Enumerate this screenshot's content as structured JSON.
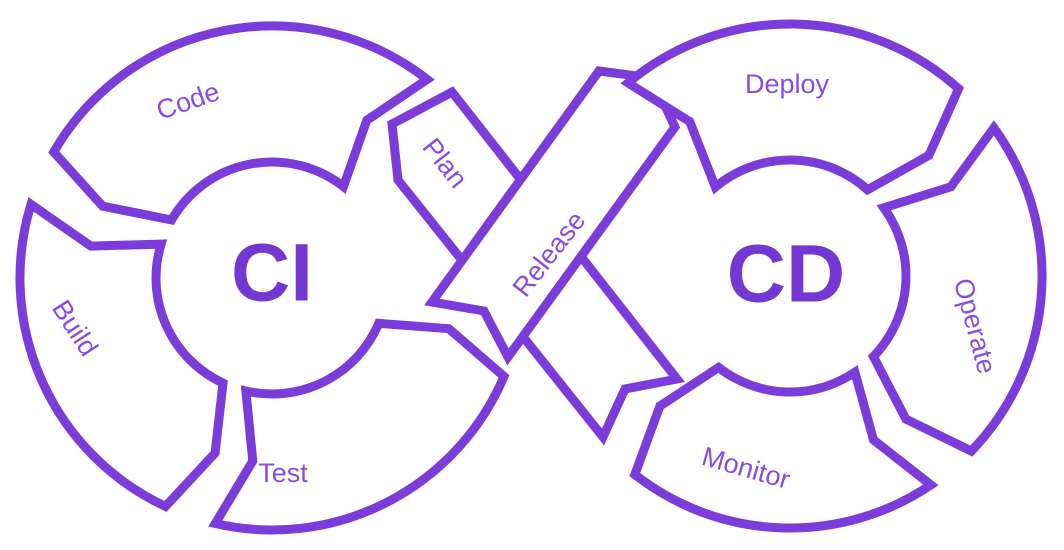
{
  "diagram": {
    "left_loop": {
      "title": "CI",
      "stages": {
        "plan": "Plan",
        "code": "Code",
        "build": "Build",
        "test": "Test"
      }
    },
    "right_loop": {
      "title": "CD",
      "stages": {
        "release": "Release",
        "deploy": "Deploy",
        "operate": "Operate",
        "monitor": "Monitor"
      }
    },
    "pipeline_order": [
      "Plan",
      "Code",
      "Build",
      "Test",
      "Release",
      "Deploy",
      "Operate",
      "Monitor"
    ],
    "colors": {
      "outline": "#7B3CD9",
      "stage_label": "#8A4BE3",
      "loop_title": "#7537D3",
      "background": "#FFFFFF"
    }
  }
}
